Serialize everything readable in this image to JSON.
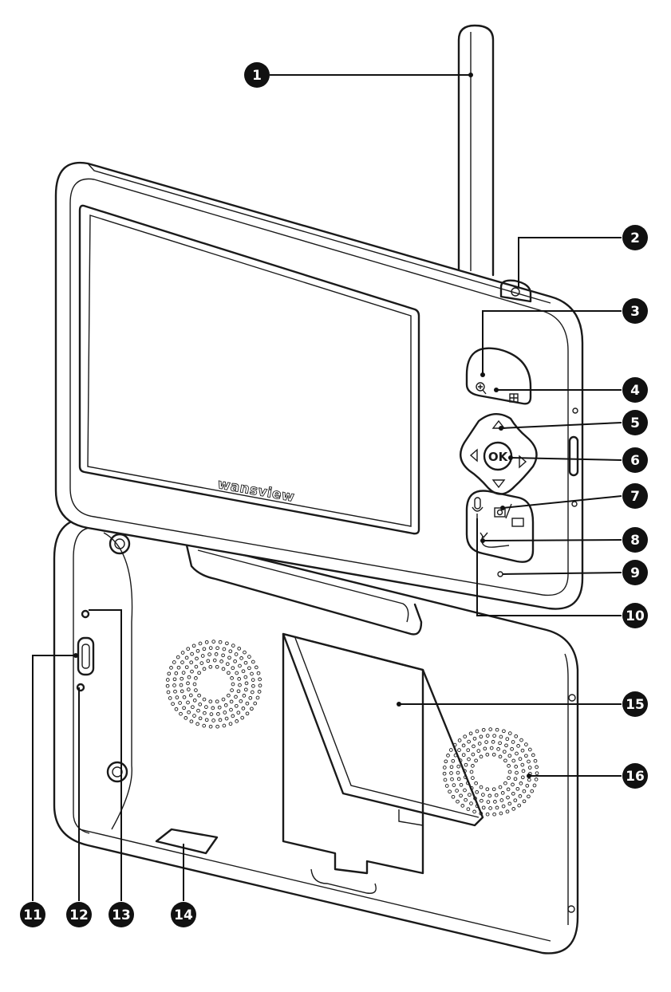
{
  "brand": {
    "logo_text": "wansview"
  },
  "buttons": {
    "ok_label": "OK"
  },
  "icons": {
    "zoom": "zoom-in-icon",
    "menu": "grid-menu-icon",
    "up": "arrow-up-icon",
    "down": "arrow-down-icon",
    "left": "arrow-left-icon",
    "right": "arrow-right-icon",
    "talk": "microphone-icon",
    "capture": "camera-video-icon",
    "back": "return-arrow-icon",
    "power": "power-button-icon"
  },
  "callouts": [
    {
      "number": "1"
    },
    {
      "number": "2"
    },
    {
      "number": "3"
    },
    {
      "number": "4"
    },
    {
      "number": "5"
    },
    {
      "number": "6"
    },
    {
      "number": "7"
    },
    {
      "number": "8"
    },
    {
      "number": "9"
    },
    {
      "number": "10"
    },
    {
      "number": "11"
    },
    {
      "number": "12"
    },
    {
      "number": "13"
    },
    {
      "number": "14"
    },
    {
      "number": "15"
    },
    {
      "number": "16"
    }
  ]
}
